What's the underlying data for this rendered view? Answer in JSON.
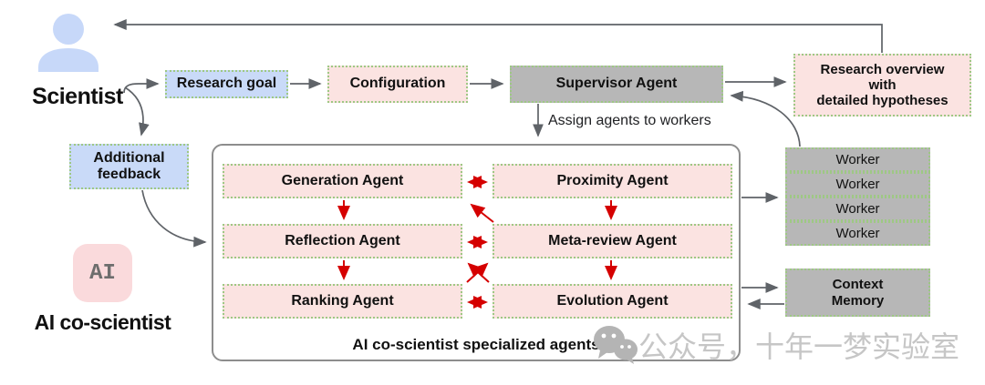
{
  "actors": {
    "scientist": {
      "label": "Scientist",
      "icon": "person-icon"
    },
    "ai": {
      "badge": "AI",
      "label": "AI co-scientist"
    }
  },
  "flow": {
    "research_goal": "Research goal",
    "additional_feedback": "Additional\nfeedback",
    "configuration": "Configuration",
    "supervisor": "Supervisor Agent",
    "research_overview": "Research overview\nwith\ndetailed hypotheses",
    "assign_label": "Assign agents to workers"
  },
  "panel": {
    "title": "AI co-scientist specialized agents",
    "agents": {
      "generation": "Generation Agent",
      "proximity": "Proximity Agent",
      "reflection": "Reflection Agent",
      "meta_review": "Meta-review Agent",
      "ranking": "Ranking Agent",
      "evolution": "Evolution Agent"
    }
  },
  "workers": {
    "items": [
      "Worker",
      "Worker",
      "Worker",
      "Worker"
    ]
  },
  "context_memory": "Context\nMemory",
  "watermark": {
    "icon": "wechat-icon",
    "text": "公众号，十年一梦实验室"
  },
  "colors": {
    "blue_fill": "#c9daf8",
    "pink_fill": "#fbe3e1",
    "gray_fill": "#b7b7b7",
    "dotted_border_green": "#9ec884",
    "arrow_gray": "#5f6368",
    "arrow_red": "#d50000",
    "watermark_gray": "#c6c6c6"
  },
  "edges": [
    {
      "from": "research-overview",
      "to": "scientist",
      "color": "gray"
    },
    {
      "from": "scientist",
      "to": "research-goal",
      "color": "gray"
    },
    {
      "from": "scientist",
      "to": "additional-feedback",
      "color": "gray"
    },
    {
      "from": "research-goal",
      "to": "configuration",
      "color": "gray"
    },
    {
      "from": "configuration",
      "to": "supervisor-agent",
      "color": "gray"
    },
    {
      "from": "supervisor-agent",
      "to": "research-overview",
      "color": "gray"
    },
    {
      "from": "supervisor-agent",
      "to": "specialized-agents-panel",
      "color": "gray",
      "label": "Assign agents to workers"
    },
    {
      "from": "workers",
      "to": "supervisor-agent",
      "color": "gray"
    },
    {
      "from": "specialized-agents-panel",
      "to": "workers",
      "color": "gray"
    },
    {
      "from": "specialized-agents-panel",
      "to": "context-memory",
      "color": "gray"
    },
    {
      "from": "context-memory",
      "to": "specialized-agents-panel",
      "color": "gray"
    },
    {
      "from": "additional-feedback",
      "to": "reflection-agent",
      "color": "gray"
    },
    {
      "from": "generation-agent",
      "to": "reflection-agent",
      "color": "red"
    },
    {
      "from": "reflection-agent",
      "to": "ranking-agent",
      "color": "red"
    },
    {
      "from": "proximity-agent",
      "to": "meta-review-agent",
      "color": "red"
    },
    {
      "from": "meta-review-agent",
      "to": "evolution-agent",
      "color": "red"
    },
    {
      "from": "generation-agent",
      "to": "proximity-agent",
      "color": "red",
      "bidirectional": true
    },
    {
      "from": "reflection-agent",
      "to": "meta-review-agent",
      "color": "red",
      "bidirectional": true
    },
    {
      "from": "ranking-agent",
      "to": "evolution-agent",
      "color": "red",
      "bidirectional": true
    },
    {
      "from": "meta-review-agent",
      "to": "generation-agent",
      "color": "red"
    },
    {
      "from": "ranking-agent",
      "to": "meta-review-agent",
      "color": "red"
    },
    {
      "from": "evolution-agent",
      "to": "reflection-agent",
      "color": "red"
    }
  ]
}
